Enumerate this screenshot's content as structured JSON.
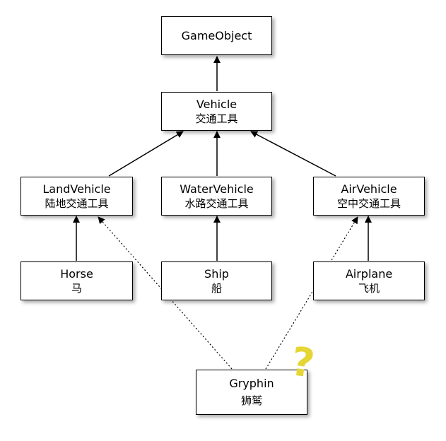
{
  "nodes": {
    "gameobject": {
      "en": "GameObject",
      "zh": ""
    },
    "vehicle": {
      "en": "Vehicle",
      "zh": "交通工具"
    },
    "landvehicle": {
      "en": "LandVehicle",
      "zh": "陆地交通工具"
    },
    "watervehicle": {
      "en": "WaterVehicle",
      "zh": "水路交通工具"
    },
    "airvehicle": {
      "en": "AirVehicle",
      "zh": "空中交通工具"
    },
    "horse": {
      "en": "Horse",
      "zh": "马"
    },
    "ship": {
      "en": "Ship",
      "zh": "船"
    },
    "airplane": {
      "en": "Airplane",
      "zh": "飞机"
    },
    "gryphin": {
      "en": "Gryphin",
      "zh": "狮鹫"
    }
  },
  "edges": [
    {
      "from": "vehicle",
      "to": "gameobject",
      "style": "solid"
    },
    {
      "from": "landvehicle",
      "to": "vehicle",
      "style": "solid"
    },
    {
      "from": "watervehicle",
      "to": "vehicle",
      "style": "solid"
    },
    {
      "from": "airvehicle",
      "to": "vehicle",
      "style": "solid"
    },
    {
      "from": "horse",
      "to": "landvehicle",
      "style": "solid"
    },
    {
      "from": "ship",
      "to": "watervehicle",
      "style": "solid"
    },
    {
      "from": "airplane",
      "to": "airvehicle",
      "style": "solid"
    },
    {
      "from": "gryphin",
      "to": "landvehicle",
      "style": "dotted"
    },
    {
      "from": "gryphin",
      "to": "airvehicle",
      "style": "dotted"
    }
  ],
  "annotation": {
    "text": "?",
    "color": "#e5d636"
  },
  "colors": {
    "line": "#000000",
    "box_border": "#000000",
    "box_fill": "#ffffff"
  }
}
